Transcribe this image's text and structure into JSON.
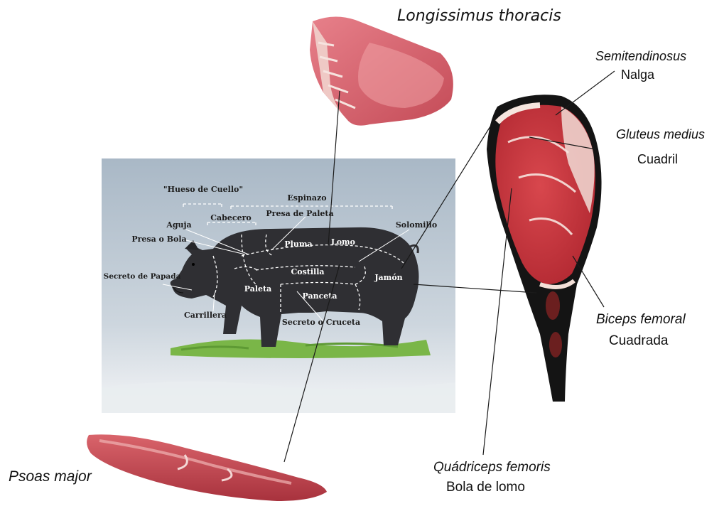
{
  "muscles": {
    "longissimus": {
      "latin": "Longissimus   thoracis"
    },
    "semitendinosus": {
      "latin": "Semitendinosus",
      "common": "Nalga"
    },
    "gluteus": {
      "latin": "Gluteus medius",
      "common": "Cuadril"
    },
    "biceps": {
      "latin": "Biceps femoral",
      "common": "Cuadrada"
    },
    "quadriceps": {
      "latin": "Quádriceps femoris",
      "common": "Bola de lomo"
    },
    "psoas": {
      "latin": "Psoas major"
    }
  },
  "cuts": {
    "hueso": "\"Hueso de Cuello\"",
    "espinazo": "Espinazo",
    "cabecero": "Cabecero",
    "presa_paleta": "Presa de Paleta",
    "aguja": "Aguja",
    "presa_bola": "Presa o Bola",
    "pluma": "Pluma",
    "lomo": "Lomo",
    "solomillo": "Solomillo",
    "secreto_papada": "Secreto de Papada",
    "costilla": "Costilla",
    "jamon": "Jamón",
    "paleta": "Paleta",
    "panceta": "Panceta",
    "carrillera": "Carrillera",
    "secreto_cruceta": "Secreto o Cruceta"
  },
  "colors": {
    "meat": "#c9333c",
    "fat": "#f4e4dc",
    "skin": "#1a1a1a",
    "pig": "#2d2d2f",
    "panel_top": "#a7b6c4",
    "panel_bottom": "#f2f4f6",
    "grass": "#7ab648"
  }
}
